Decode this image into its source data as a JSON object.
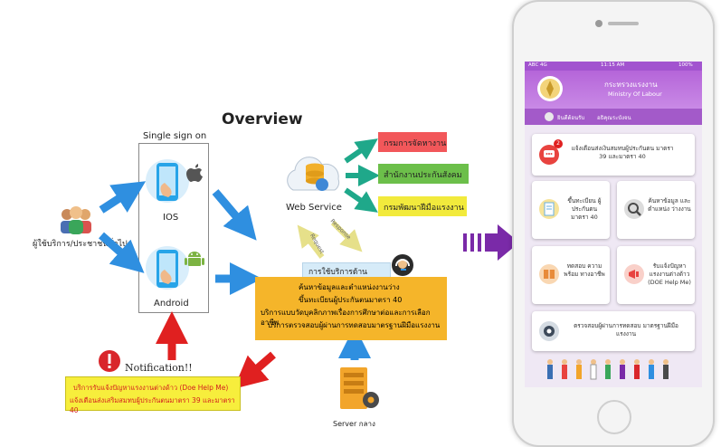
{
  "overview": {
    "title": "Overview",
    "sso_title": "Single sign on",
    "ios_label": "IOS",
    "android_label": "Android",
    "users_label": "ผู้ใช้บริการ/ประชาชนทั่วไป",
    "web_service_label": "Web Service",
    "response_label": "Response",
    "request_label": "Request",
    "agencies": [
      {
        "name": "กรมการจัดหางาน",
        "color": "#f2575a"
      },
      {
        "name": "สำนักงานประกันสังคม",
        "color": "#6cbf4a"
      },
      {
        "name": "กรมพัฒนาฝีมือแรงงาน",
        "color": "#f2ea3c"
      }
    ],
    "services_header": "การใช้บริการด้านแรงงาน",
    "services": [
      "ค้นหาข้อมูลและตำแหน่งงานว่าง",
      "ขึ้นทะเบียนผู้ประกันตนมาตรา 40",
      "บริการแบบวัดบุคลิกภาพเรื่องการศึกษาต่อและการเลือกอาชีพ",
      "บริการตรวจสอบผู้ผ่านการทดสอบมาตรฐานฝีมือแรงงาน"
    ],
    "notification_label": "Notification!!",
    "notification_lines": [
      "บริการรับแจ้งปัญหาแรงงานต่างด้าว (Doe Help Me)",
      "แจ้งเตือนส่งเสริมสมทบผู้ประกันตนมาตรา 39 และมาตรา 40"
    ],
    "server_label": "Server กลาง",
    "colors": {
      "blue_arrow": "#2f8fe0",
      "red_arrow": "#e02020",
      "purple_arrow": "#7a2aa8",
      "orange_box": "#f5b52a"
    }
  },
  "phone": {
    "status_left": "ABC 4G",
    "status_time": "11:15 AM",
    "status_right": "100%",
    "org_title": "กระทรวงแรงงาน",
    "org_subtitle": "Ministry Of Labour",
    "greeting": "ยินดีต้อนรับ",
    "user_name": "อธิคุณระบังจน",
    "badge_count": "2",
    "tiles": [
      {
        "label": "แจ้งเตือนส่งเงินสมทบผู้ประกันตน มาตรา 39 และมาตรา 40",
        "icon": "chat-bubble-icon",
        "color": "#e8433f"
      },
      {
        "label": "ขึ้นทะเบียน ผู้ประกันตน มาตรา 40",
        "icon": "document-icon",
        "color": "#f0c23b"
      },
      {
        "label": "ค้นหาข้อมูล และตำแหน่ง ว่างงาน",
        "icon": "search-icon",
        "color": "#4a4a4a"
      },
      {
        "label": "ทดสอบ ความพร้อม ทางอาชีพ",
        "icon": "book-icon",
        "color": "#e88b3a"
      },
      {
        "label": "รับแจ้งปัญหา แรงงานต่างด้าว (DOE Help Me)",
        "icon": "megaphone-icon",
        "color": "#e8433f"
      },
      {
        "label": "ตรวจสอบผู้ผ่านการทดสอบ มาตรฐานฝีมือแรงงาน",
        "icon": "badge-icon",
        "color": "#3d4a5a"
      }
    ],
    "colors": {
      "header": "#b565d9",
      "body_bg": "#efe8f4"
    }
  }
}
